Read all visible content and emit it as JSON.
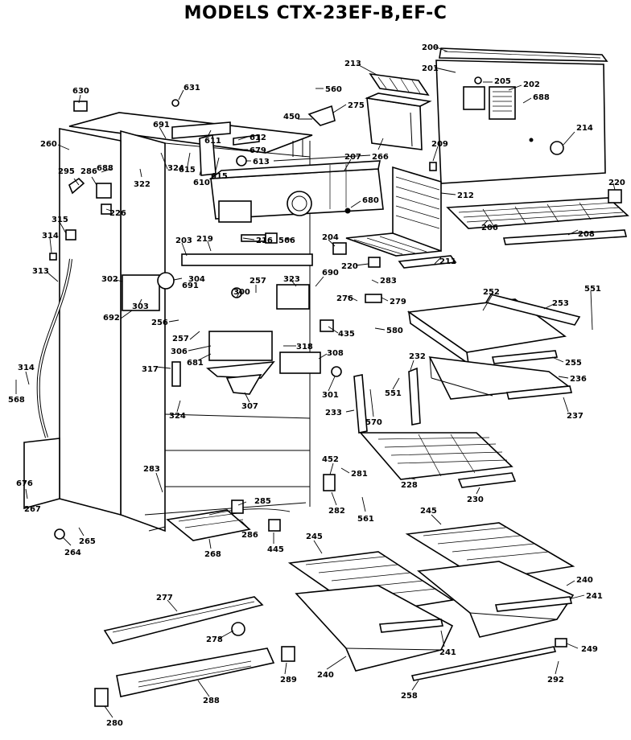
{
  "title": "MODELS CTX-23EF-B,EF-C",
  "labels": [
    {
      "id": "200",
      "text": "200"
    },
    {
      "id": "201",
      "text": "201"
    },
    {
      "id": "205",
      "text": "205"
    },
    {
      "id": "202",
      "text": "202"
    },
    {
      "id": "688a",
      "text": "688"
    },
    {
      "id": "214",
      "text": "214"
    },
    {
      "id": "209",
      "text": "209"
    },
    {
      "id": "220a",
      "text": "220"
    },
    {
      "id": "212",
      "text": "212"
    },
    {
      "id": "206",
      "text": "206"
    },
    {
      "id": "208",
      "text": "208"
    },
    {
      "id": "213",
      "text": "213"
    },
    {
      "id": "560",
      "text": "560"
    },
    {
      "id": "275",
      "text": "275"
    },
    {
      "id": "450",
      "text": "450"
    },
    {
      "id": "266",
      "text": "266"
    },
    {
      "id": "207",
      "text": "207"
    },
    {
      "id": "680",
      "text": "680"
    },
    {
      "id": "630",
      "text": "630"
    },
    {
      "id": "631",
      "text": "631"
    },
    {
      "id": "691a",
      "text": "691"
    },
    {
      "id": "611",
      "text": "611"
    },
    {
      "id": "612",
      "text": "612"
    },
    {
      "id": "679",
      "text": "679"
    },
    {
      "id": "613",
      "text": "613"
    },
    {
      "id": "615a",
      "text": "615"
    },
    {
      "id": "615b",
      "text": "615"
    },
    {
      "id": "610",
      "text": "610"
    },
    {
      "id": "260",
      "text": "260"
    },
    {
      "id": "324a",
      "text": "324"
    },
    {
      "id": "322",
      "text": "322"
    },
    {
      "id": "295",
      "text": "295"
    },
    {
      "id": "286a",
      "text": "286"
    },
    {
      "id": "688b",
      "text": "688"
    },
    {
      "id": "226",
      "text": "226"
    },
    {
      "id": "315",
      "text": "315"
    },
    {
      "id": "314a",
      "text": "314"
    },
    {
      "id": "313",
      "text": "313"
    },
    {
      "id": "203",
      "text": "203"
    },
    {
      "id": "219",
      "text": "219"
    },
    {
      "id": "216",
      "text": "216"
    },
    {
      "id": "566",
      "text": "566"
    },
    {
      "id": "204",
      "text": "204"
    },
    {
      "id": "220b",
      "text": "220"
    },
    {
      "id": "211",
      "text": "211"
    },
    {
      "id": "691b",
      "text": "691"
    },
    {
      "id": "690",
      "text": "690"
    },
    {
      "id": "323",
      "text": "323"
    },
    {
      "id": "283a",
      "text": "283"
    },
    {
      "id": "276",
      "text": "276"
    },
    {
      "id": "279",
      "text": "279"
    },
    {
      "id": "580",
      "text": "580"
    },
    {
      "id": "302",
      "text": "302"
    },
    {
      "id": "304",
      "text": "304"
    },
    {
      "id": "300",
      "text": "300"
    },
    {
      "id": "257a",
      "text": "257"
    },
    {
      "id": "692",
      "text": "692"
    },
    {
      "id": "303",
      "text": "303"
    },
    {
      "id": "256",
      "text": "256"
    },
    {
      "id": "257b",
      "text": "257"
    },
    {
      "id": "306",
      "text": "306"
    },
    {
      "id": "681",
      "text": "681"
    },
    {
      "id": "318",
      "text": "318"
    },
    {
      "id": "308",
      "text": "308"
    },
    {
      "id": "435",
      "text": "435"
    },
    {
      "id": "252",
      "text": "252"
    },
    {
      "id": "253",
      "text": "253"
    },
    {
      "id": "551a",
      "text": "551"
    },
    {
      "id": "255",
      "text": "255"
    },
    {
      "id": "236",
      "text": "236"
    },
    {
      "id": "237",
      "text": "237"
    },
    {
      "id": "317",
      "text": "317"
    },
    {
      "id": "307",
      "text": "307"
    },
    {
      "id": "301",
      "text": "301"
    },
    {
      "id": "232",
      "text": "232"
    },
    {
      "id": "551b",
      "text": "551"
    },
    {
      "id": "233",
      "text": "233"
    },
    {
      "id": "570",
      "text": "570"
    },
    {
      "id": "314b",
      "text": "314"
    },
    {
      "id": "568",
      "text": "568"
    },
    {
      "id": "324b",
      "text": "324"
    },
    {
      "id": "228",
      "text": "228"
    },
    {
      "id": "230",
      "text": "230"
    },
    {
      "id": "452",
      "text": "452"
    },
    {
      "id": "281",
      "text": "281"
    },
    {
      "id": "282",
      "text": "282"
    },
    {
      "id": "561",
      "text": "561"
    },
    {
      "id": "283b",
      "text": "283"
    },
    {
      "id": "676",
      "text": "676"
    },
    {
      "id": "267",
      "text": "267"
    },
    {
      "id": "285",
      "text": "285"
    },
    {
      "id": "286b",
      "text": "286"
    },
    {
      "id": "445",
      "text": "445"
    },
    {
      "id": "268",
      "text": "268"
    },
    {
      "id": "264",
      "text": "264"
    },
    {
      "id": "265",
      "text": "265"
    },
    {
      "id": "245a",
      "text": "245"
    },
    {
      "id": "245b",
      "text": "245"
    },
    {
      "id": "240a",
      "text": "240"
    },
    {
      "id": "241a",
      "text": "241"
    },
    {
      "id": "277",
      "text": "277"
    },
    {
      "id": "278",
      "text": "278"
    },
    {
      "id": "241b",
      "text": "241"
    },
    {
      "id": "249",
      "text": "249"
    },
    {
      "id": "289",
      "text": "289"
    },
    {
      "id": "240b",
      "text": "240"
    },
    {
      "id": "292",
      "text": "292"
    },
    {
      "id": "288",
      "text": "288"
    },
    {
      "id": "258",
      "text": "258"
    },
    {
      "id": "280",
      "text": "280"
    }
  ]
}
